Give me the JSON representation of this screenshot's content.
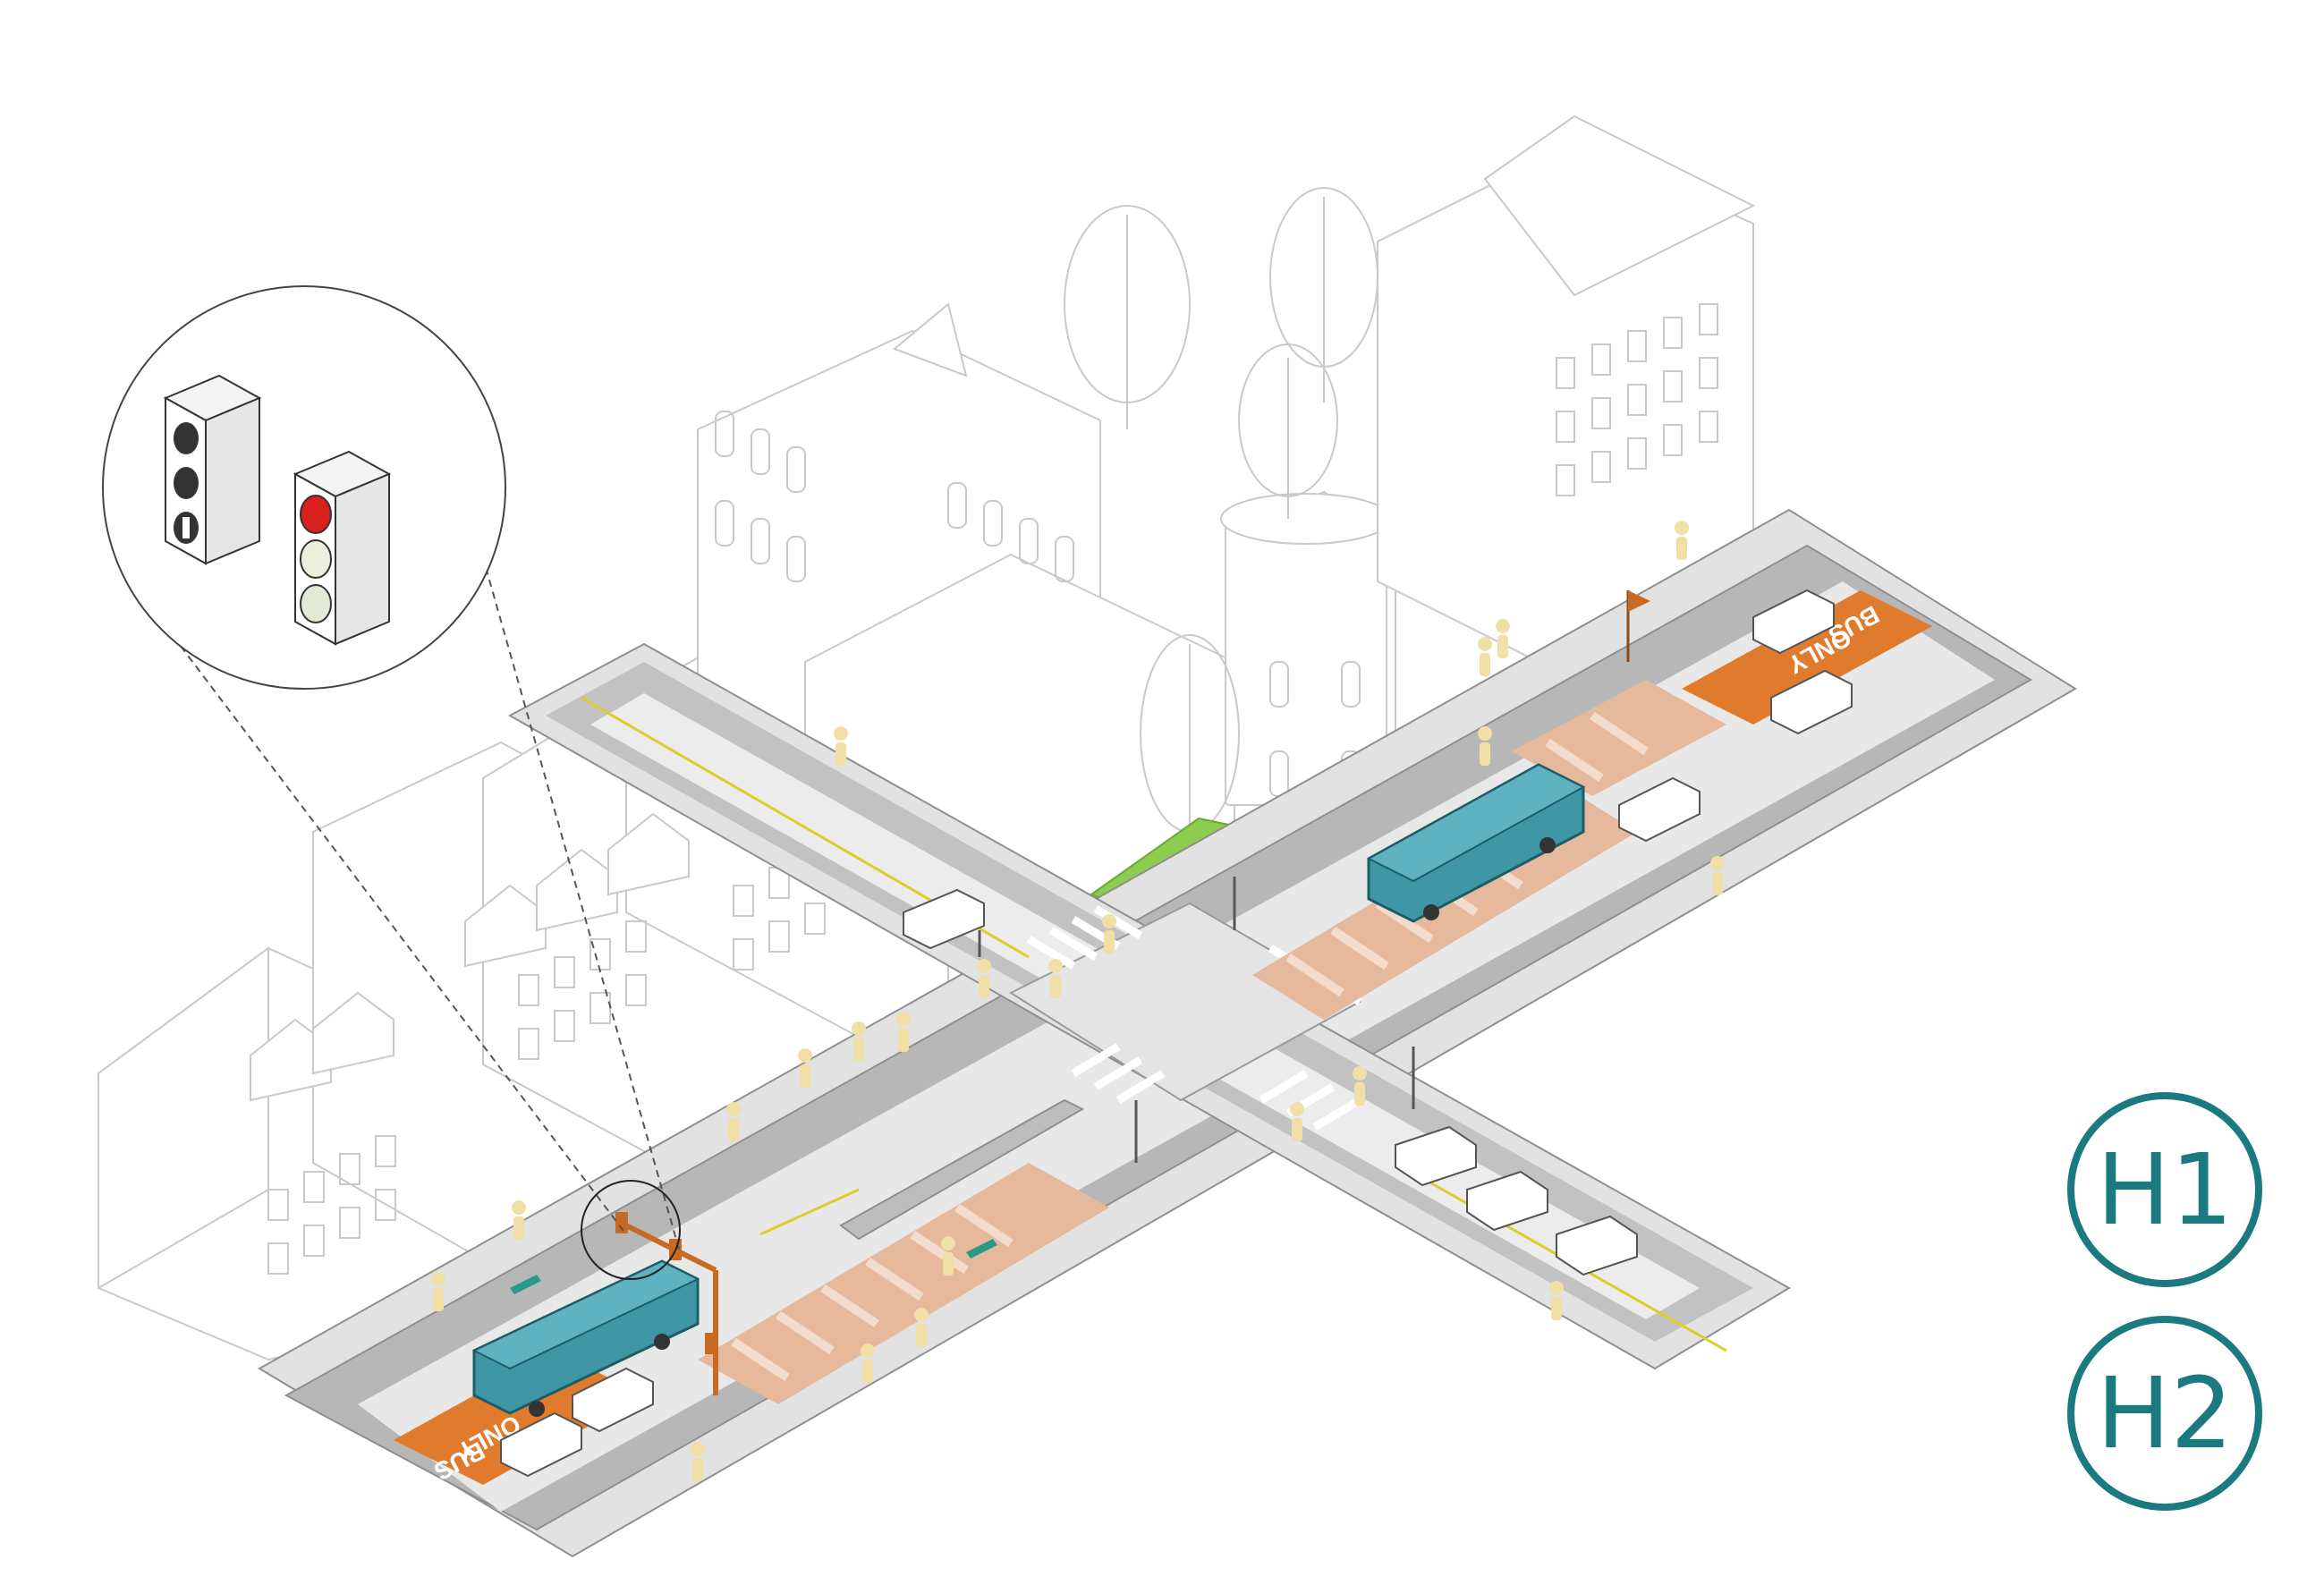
{
  "badges": [
    {
      "id": "h1",
      "label": "H1"
    },
    {
      "id": "h2",
      "label": "H2"
    }
  ],
  "markings": {
    "bus_lane_top_line1": "BUS",
    "bus_lane_top_line2": "ONLY",
    "bus_lane_bottom_line1": "ONLY",
    "bus_lane_bottom_line2": "BUS"
  },
  "colors": {
    "accent_teal": "#1b7a80",
    "bus_lane_orange": "#e07b2d",
    "bus_body": "#3f97a6",
    "road_grey": "#b7b7b7",
    "sidewalk_grey": "#e2e2e2",
    "crosswalk_orange": "#e6b89c",
    "grass_green": "#8dcc4f",
    "pedestrian_yellow": "#f1dfa8",
    "signal_red": "#d8201c",
    "line_yellow": "#d9cf2b"
  }
}
